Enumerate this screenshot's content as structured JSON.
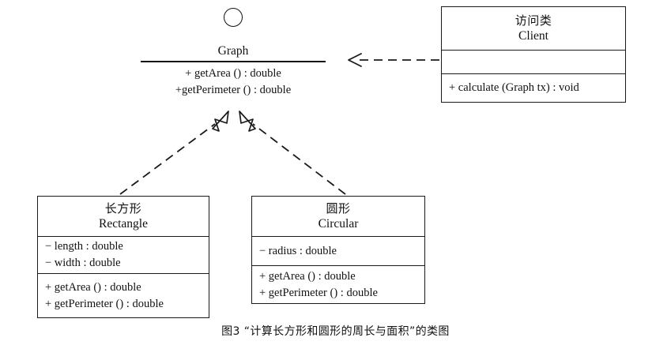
{
  "diagram": {
    "caption": "图3  “计算长方形和圆形的周长与面积”的类图",
    "interface": {
      "icon": "circle-icon",
      "name": "Graph",
      "operations": [
        "+ getArea () : double",
        "+getPerimeter () : double"
      ]
    },
    "classes": [
      {
        "id": "client",
        "name_cn": "访问类",
        "name_en": "Client",
        "attributes": [],
        "operations": [
          "+ calculate (Graph tx) : void"
        ]
      },
      {
        "id": "rectangle",
        "name_cn": "长方形",
        "name_en": "Rectangle",
        "attributes": [
          "− length : double",
          "− width : double"
        ],
        "operations": [
          "+ getArea () : double",
          "+ getPerimeter () : double"
        ]
      },
      {
        "id": "circular",
        "name_cn": "圆形",
        "name_en": "Circular",
        "attributes": [
          "− radius : double"
        ],
        "operations": [
          "+ getArea () : double",
          "+ getPerimeter () : double"
        ]
      }
    ],
    "relationships": [
      {
        "id": "client-to-graph",
        "type": "dependency",
        "line": "dashed",
        "arrowhead": "open",
        "from": "Client",
        "to": "Graph"
      },
      {
        "id": "rectangle-to-graph",
        "type": "realization",
        "line": "dashed",
        "arrowhead": "hollow-triangle",
        "from": "Rectangle",
        "to": "Graph"
      },
      {
        "id": "circular-to-graph",
        "type": "realization",
        "line": "dashed",
        "arrowhead": "hollow-triangle",
        "from": "Circular",
        "to": "Graph"
      }
    ],
    "colors": {
      "stroke": "#1a1a1a",
      "background": "#ffffff",
      "text": "#111111"
    }
  }
}
